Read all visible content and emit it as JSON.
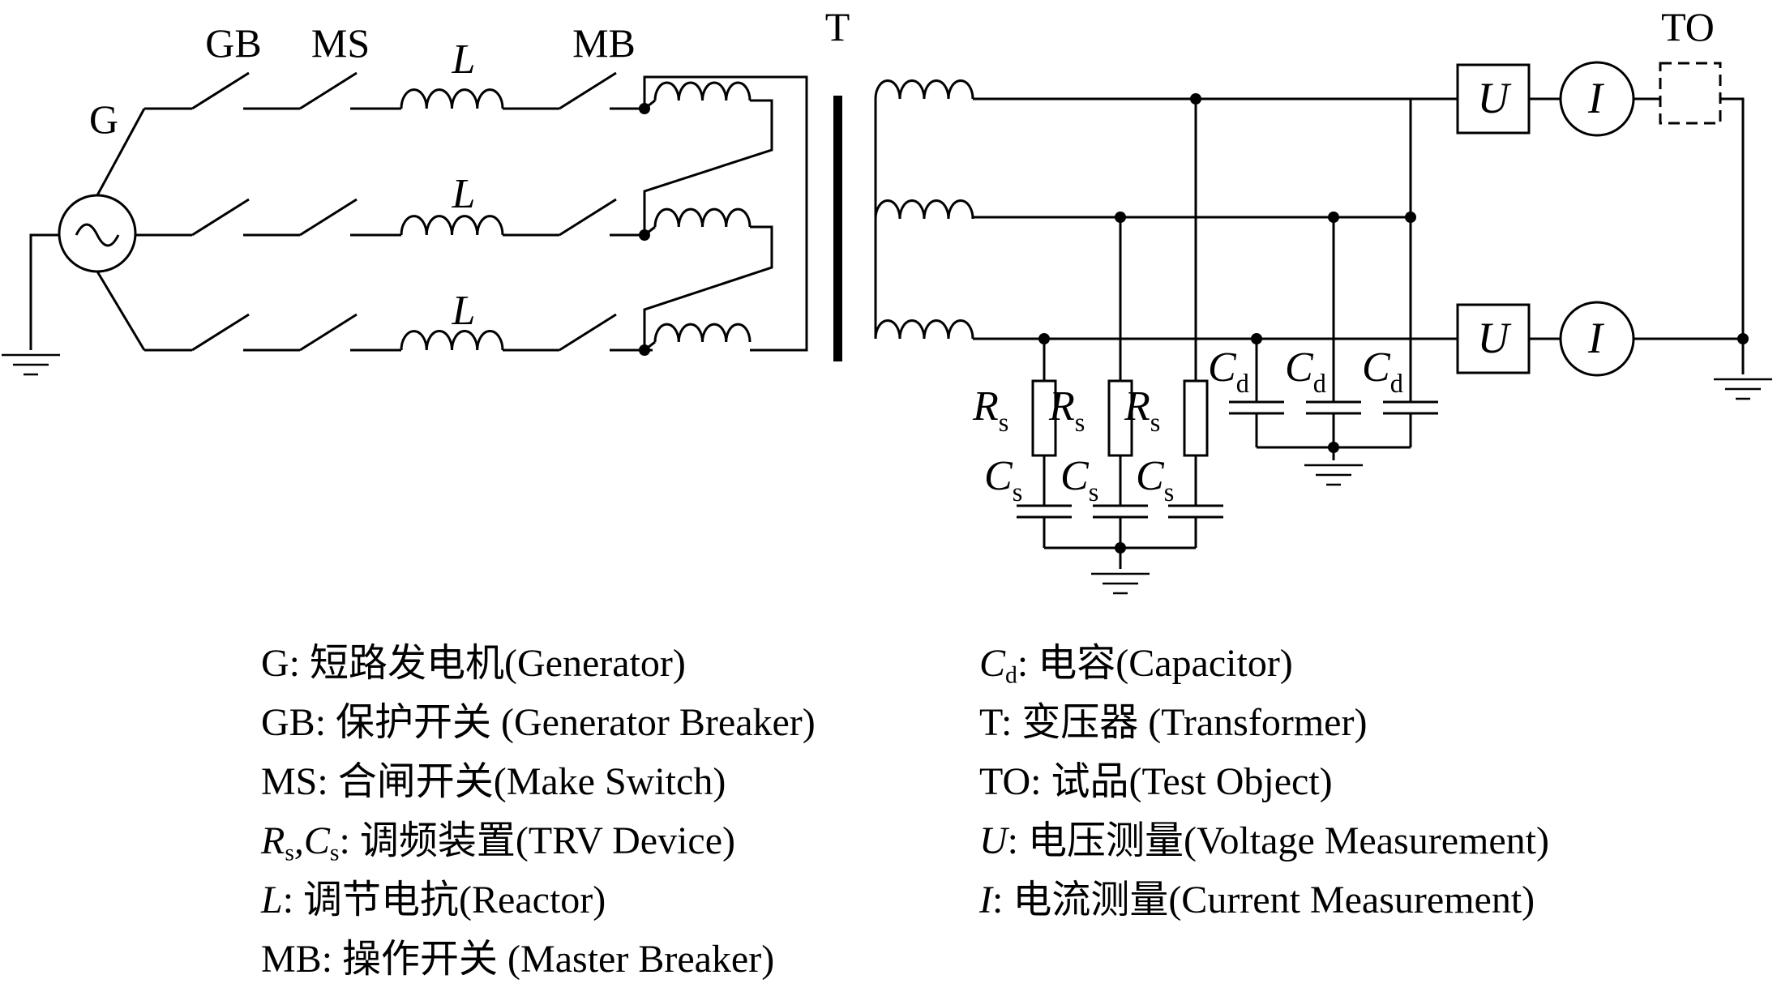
{
  "components": {
    "generator": "G",
    "generator_breaker": "GB",
    "make_switch": "MS",
    "reactor": "L",
    "master_breaker": "MB",
    "transformer": "T",
    "test_object": "TO",
    "voltage_meter": "U",
    "current_meter": "I",
    "trv_resistor": {
      "symbol": "R",
      "sub": "s"
    },
    "trv_capacitor": {
      "symbol": "C",
      "sub": "s"
    },
    "capacitor": {
      "symbol": "C",
      "sub": "d"
    }
  },
  "legend": {
    "left": [
      {
        "symbol": "G",
        "sub": "",
        "italic": false,
        "text": ": 短路发电机(Generator)"
      },
      {
        "symbol": "GB",
        "sub": "",
        "italic": false,
        "text": ": 保护开关 (Generator Breaker)"
      },
      {
        "symbol": "MS",
        "sub": "",
        "italic": false,
        "text": ": 合闸开关(Make Switch)"
      },
      {
        "symbol": "R",
        "sub": "s",
        "sep": ",",
        "symbol2": "C",
        "sub2": "s",
        "text": ": 调频装置(TRV Device)"
      },
      {
        "symbol": "L",
        "sub": "",
        "italic": true,
        "text": ": 调节电抗(Reactor)"
      },
      {
        "symbol": "MB",
        "sub": "",
        "italic": false,
        "text": ": 操作开关  (Master Breaker)"
      }
    ],
    "right": [
      {
        "symbol": "C",
        "sub": "d",
        "italic": true,
        "text": ": 电容(Capacitor)"
      },
      {
        "symbol": "T",
        "sub": "",
        "italic": false,
        "text": ": 变压器 (Transformer)"
      },
      {
        "symbol": "TO",
        "sub": "",
        "italic": false,
        "text": ": 试品(Test Object)"
      },
      {
        "symbol": "U",
        "sub": "",
        "italic": true,
        "text": ": 电压测量(Voltage Measurement)"
      },
      {
        "symbol": "I",
        "sub": "",
        "italic": true,
        "text": ": 电流测量(Current Measurement)"
      }
    ]
  }
}
